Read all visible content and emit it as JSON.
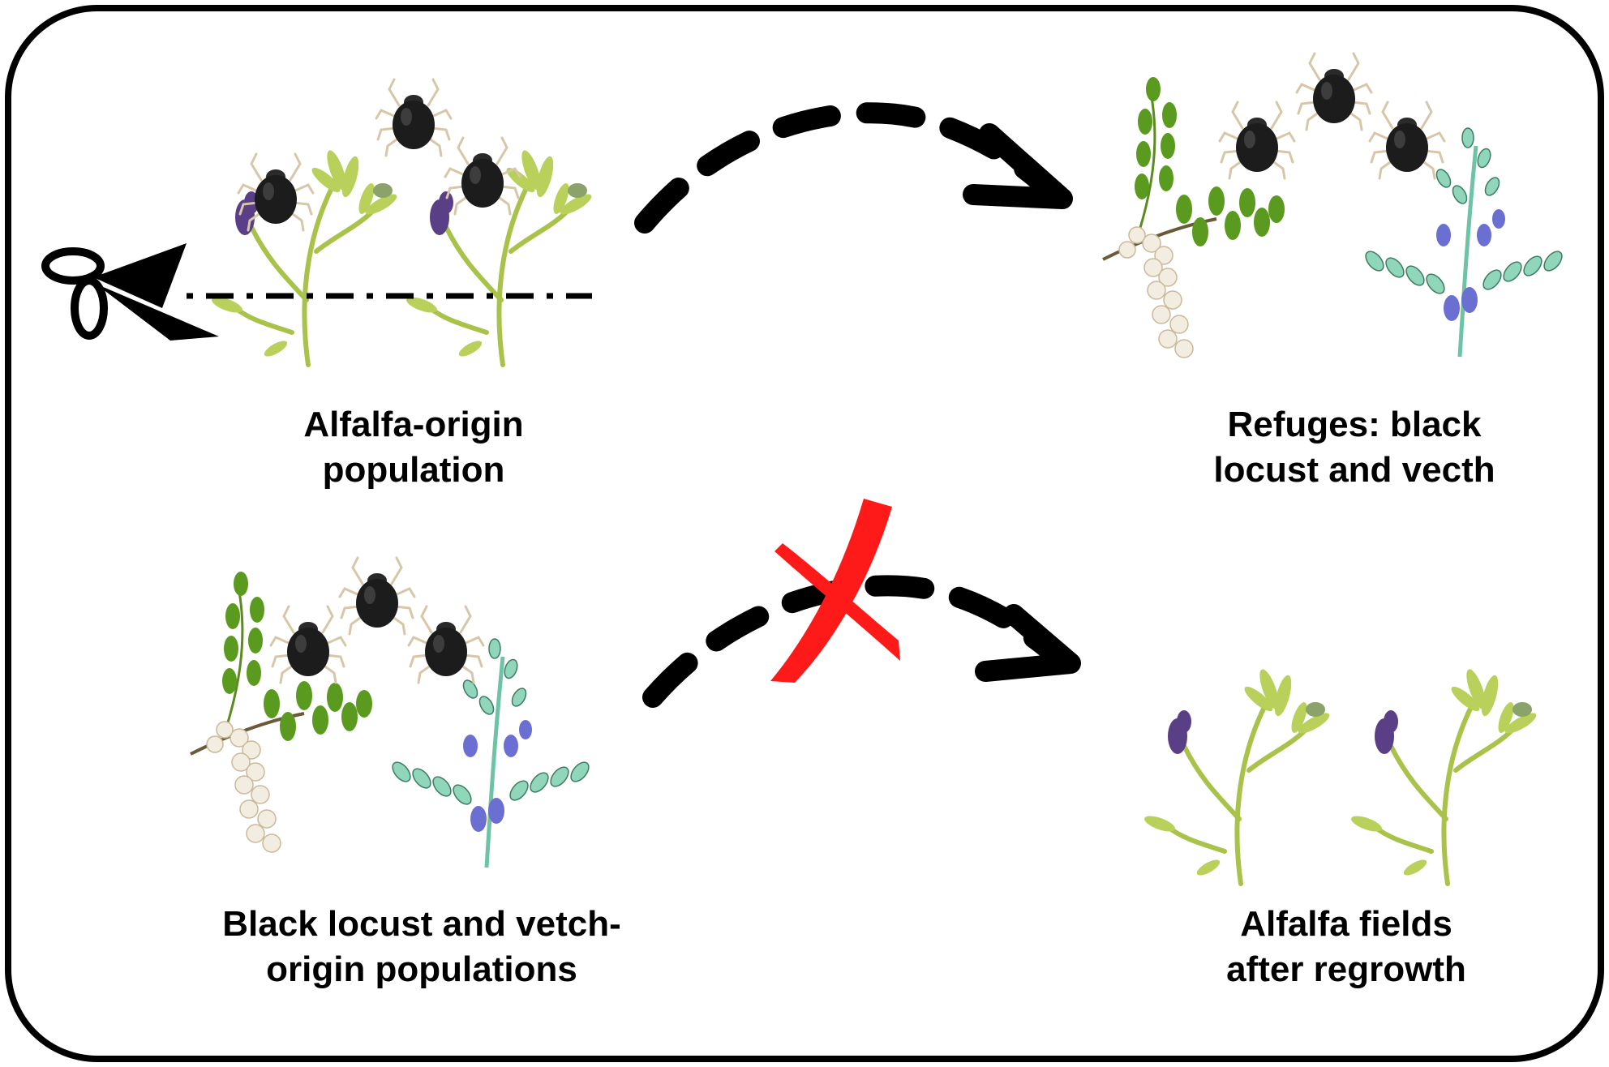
{
  "labels": {
    "alfalfa_origin": [
      "Alfalfa-origin",
      "population"
    ],
    "refuges": [
      "Refuges: black",
      "locust and vecth"
    ],
    "locust_vetch_origin": [
      "Black locust and vetch-",
      "origin populations"
    ],
    "alfalfa_fields": [
      "Alfalfa fields",
      "after regrowth"
    ]
  },
  "icons": {
    "cut": "scissors-icon",
    "migration": "dashed-arrow-icon",
    "blocked": "red-cross-icon",
    "insect": "aphid-icon",
    "plant_alfalfa": "alfalfa-plant-icon",
    "plant_locust": "black-locust-plant-icon",
    "plant_vetch": "vetch-plant-icon"
  },
  "colors": {
    "frame": "#000000",
    "arrow": "#000000",
    "cross": "#ff1a1a",
    "aphid": "#1c1c1c",
    "alfalfa_leaf": "#a9c24a",
    "alfalfa_flower": "#5b3f86",
    "locust_leaf": "#5a9a1e",
    "locust_flower": "#f3ece0",
    "vetch_leaf": "#6fc3a5",
    "vetch_flower": "#6b6fd1"
  }
}
